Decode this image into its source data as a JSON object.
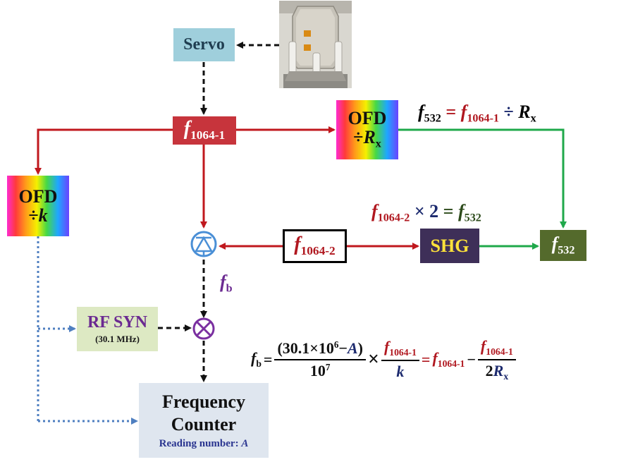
{
  "blocks": {
    "servo": "Servo",
    "f1064_1": {
      "main": "f",
      "sub": "1064-1"
    },
    "ofd_rx": {
      "line1": "OFD",
      "div": "÷",
      "var": "R",
      "sub": "x"
    },
    "ofd_k": {
      "line1": "OFD",
      "div": "÷",
      "var": "k"
    },
    "f1064_2": {
      "main": "f",
      "sub": "1064-2"
    },
    "shg": "SHG",
    "f532": {
      "main": "f",
      "sub": "532"
    },
    "rf_syn": {
      "line1": "RF SYN",
      "line2": "(30.1 MHz)"
    },
    "counter": {
      "line1": "Frequency",
      "line2": "Counter",
      "reading_label": "Reading number:",
      "reading_var": "A"
    }
  },
  "labels": {
    "eq_top": {
      "f": "f",
      "sub532": "532",
      "eq": "=",
      "f2": "f",
      "sub1064": "1064-1",
      "div": "÷",
      "r": "R",
      "rsub": "x"
    },
    "eq_shg": {
      "f": "f",
      "sub1064": "1064-2",
      "times": "×",
      "two": "2",
      "eq": "=",
      "f2": "f",
      "sub532": "532"
    },
    "fb": {
      "f": "f",
      "sub": "b"
    }
  },
  "formula": {
    "lhs_f": "f",
    "lhs_sub": "b",
    "eq": "=",
    "num1": "(30.1×10",
    "num1_sup": "6",
    "num1_tail": "−",
    "num1_var": "A",
    "num1_close": ")",
    "den1": "10",
    "den1_sup": "7",
    "times": "×",
    "num2_f": "f",
    "num2_sub": "1064-1",
    "den2": "k",
    "eq2": "=",
    "mid_f": "f",
    "mid_sub": "1064-1",
    "minus": "−",
    "num3_f": "f",
    "num3_sub": "1064-1",
    "den3_pre": "2",
    "den3_var": "R",
    "den3_sub": "x"
  },
  "colors": {
    "red_arrow": "#c0181e",
    "green_arrow": "#1fa84a",
    "black_dashed": "#111111",
    "blue_dotted": "#4f7fc0",
    "detector": "#4a8fd6",
    "mixer": "#7a2fa0"
  },
  "icons": {
    "photo": "optical-cavity-photo",
    "detector": "photodetector-icon",
    "mixer": "mixer-icon"
  }
}
